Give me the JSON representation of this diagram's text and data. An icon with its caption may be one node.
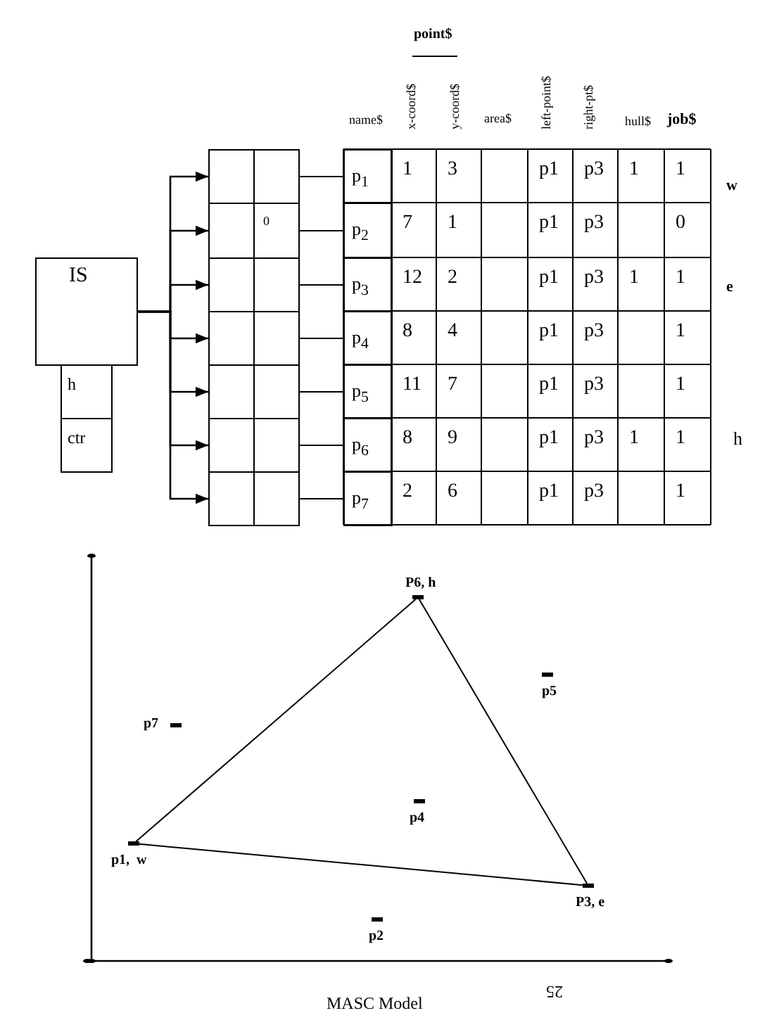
{
  "diagram": {
    "caption": "MASC Model",
    "nodes": [
      {
        "text": [
          "IS"
        ]
      },
      {
        "text": [
          "h"
        ]
      },
      {
        "text": [
          "ctr"
        ]
      },
      {
        "text": [],
        "shape": "box"
      },
      {
        "text": [
          "0"
        ]
      },
      {
        "text": [],
        "shape": "box"
      },
      {
        "text": [],
        "shape": "box"
      },
      {
        "text": [],
        "shape": "box"
      },
      {
        "text": [],
        "shape": "box"
      },
      {
        "text": [],
        "shape": "box"
      },
      {
        "text": [
          "p$_{1}$"
        ]
      },
      {
        "text": [
          "p$_{2}$"
        ]
      },
      {
        "text": [
          "p$_{3}$"
        ]
      },
      {
        "text": [
          "p$_{4}$"
        ]
      },
      {
        "text": [
          "p$_{5}$"
        ]
      },
      {
        "text": [
          "p$_{6}$"
        ]
      },
      {
        "text": [
          "p$_{7}$"
        ]
      },
      {
        "text": [],
        "shape": "bar",
        "beside": [
          "p1,  w"
        ]
      },
      {
        "text": [],
        "shape": "bar",
        "beside": [
          "p2"
        ]
      },
      {
        "text": [],
        "shape": "bar",
        "beside": [
          "P3, e"
        ]
      },
      {
        "text": [],
        "shape": "bar",
        "beside": [
          "p4"
        ]
      },
      {
        "text": [],
        "shape": "bar",
        "beside": [
          "p5"
        ]
      },
      {
        "text": [],
        "shape": "bar",
        "beside": [
          "P6, h"
        ]
      },
      {
        "text": [],
        "shape": "bar",
        "beside": [
          "p7"
        ]
      }
    ],
    "edges": [
      {
        "from": 0,
        "to": 3,
        "arrow": "to"
      },
      {
        "from": 0,
        "to": 4,
        "arrow": "to"
      },
      {
        "from": 0,
        "to": 5,
        "arrow": "to"
      },
      {
        "from": 0,
        "to": 6,
        "arrow": "to"
      },
      {
        "from": 0,
        "to": 7,
        "arrow": "to"
      },
      {
        "from": 0,
        "to": 8,
        "arrow": "to"
      },
      {
        "from": 0,
        "to": 9,
        "arrow": "to"
      },
      {
        "from": 3,
        "to": 10,
        "arrow": "none"
      },
      {
        "from": 4,
        "to": 11,
        "arrow": "none"
      },
      {
        "from": 5,
        "to": 12,
        "arrow": "none"
      },
      {
        "from": 6,
        "to": 13,
        "arrow": "none"
      },
      {
        "from": 7,
        "to": 14,
        "arrow": "none"
      },
      {
        "from": 8,
        "to": 15,
        "arrow": "none"
      },
      {
        "from": 9,
        "to": 16,
        "arrow": "none"
      },
      {
        "from": 17,
        "to": 22,
        "arrow": "none"
      },
      {
        "from": 22,
        "to": 19,
        "arrow": "none"
      },
      {
        "from": 19,
        "to": 17,
        "arrow": "none"
      }
    ],
    "labels": [
      "point$",
      "name$",
      "x-coord$",
      "y-coord$",
      "area$",
      "left-point$",
      "right-pt$",
      "hull$",
      "job$",
      "1",
      "3",
      "p1",
      "p3",
      "1",
      "1",
      "7",
      "1",
      "p1",
      "p3",
      "0",
      "12",
      "2",
      "p1",
      "p3",
      "1",
      "1",
      "8",
      "4",
      "p1",
      "p3",
      "1",
      "11",
      "7",
      "p1",
      "p3",
      "1",
      "8",
      "9",
      "p1",
      "p3",
      "1",
      "1",
      "2",
      "6",
      "p1",
      "p3",
      "1",
      "w",
      "e",
      "h",
      "25"
    ]
  }
}
